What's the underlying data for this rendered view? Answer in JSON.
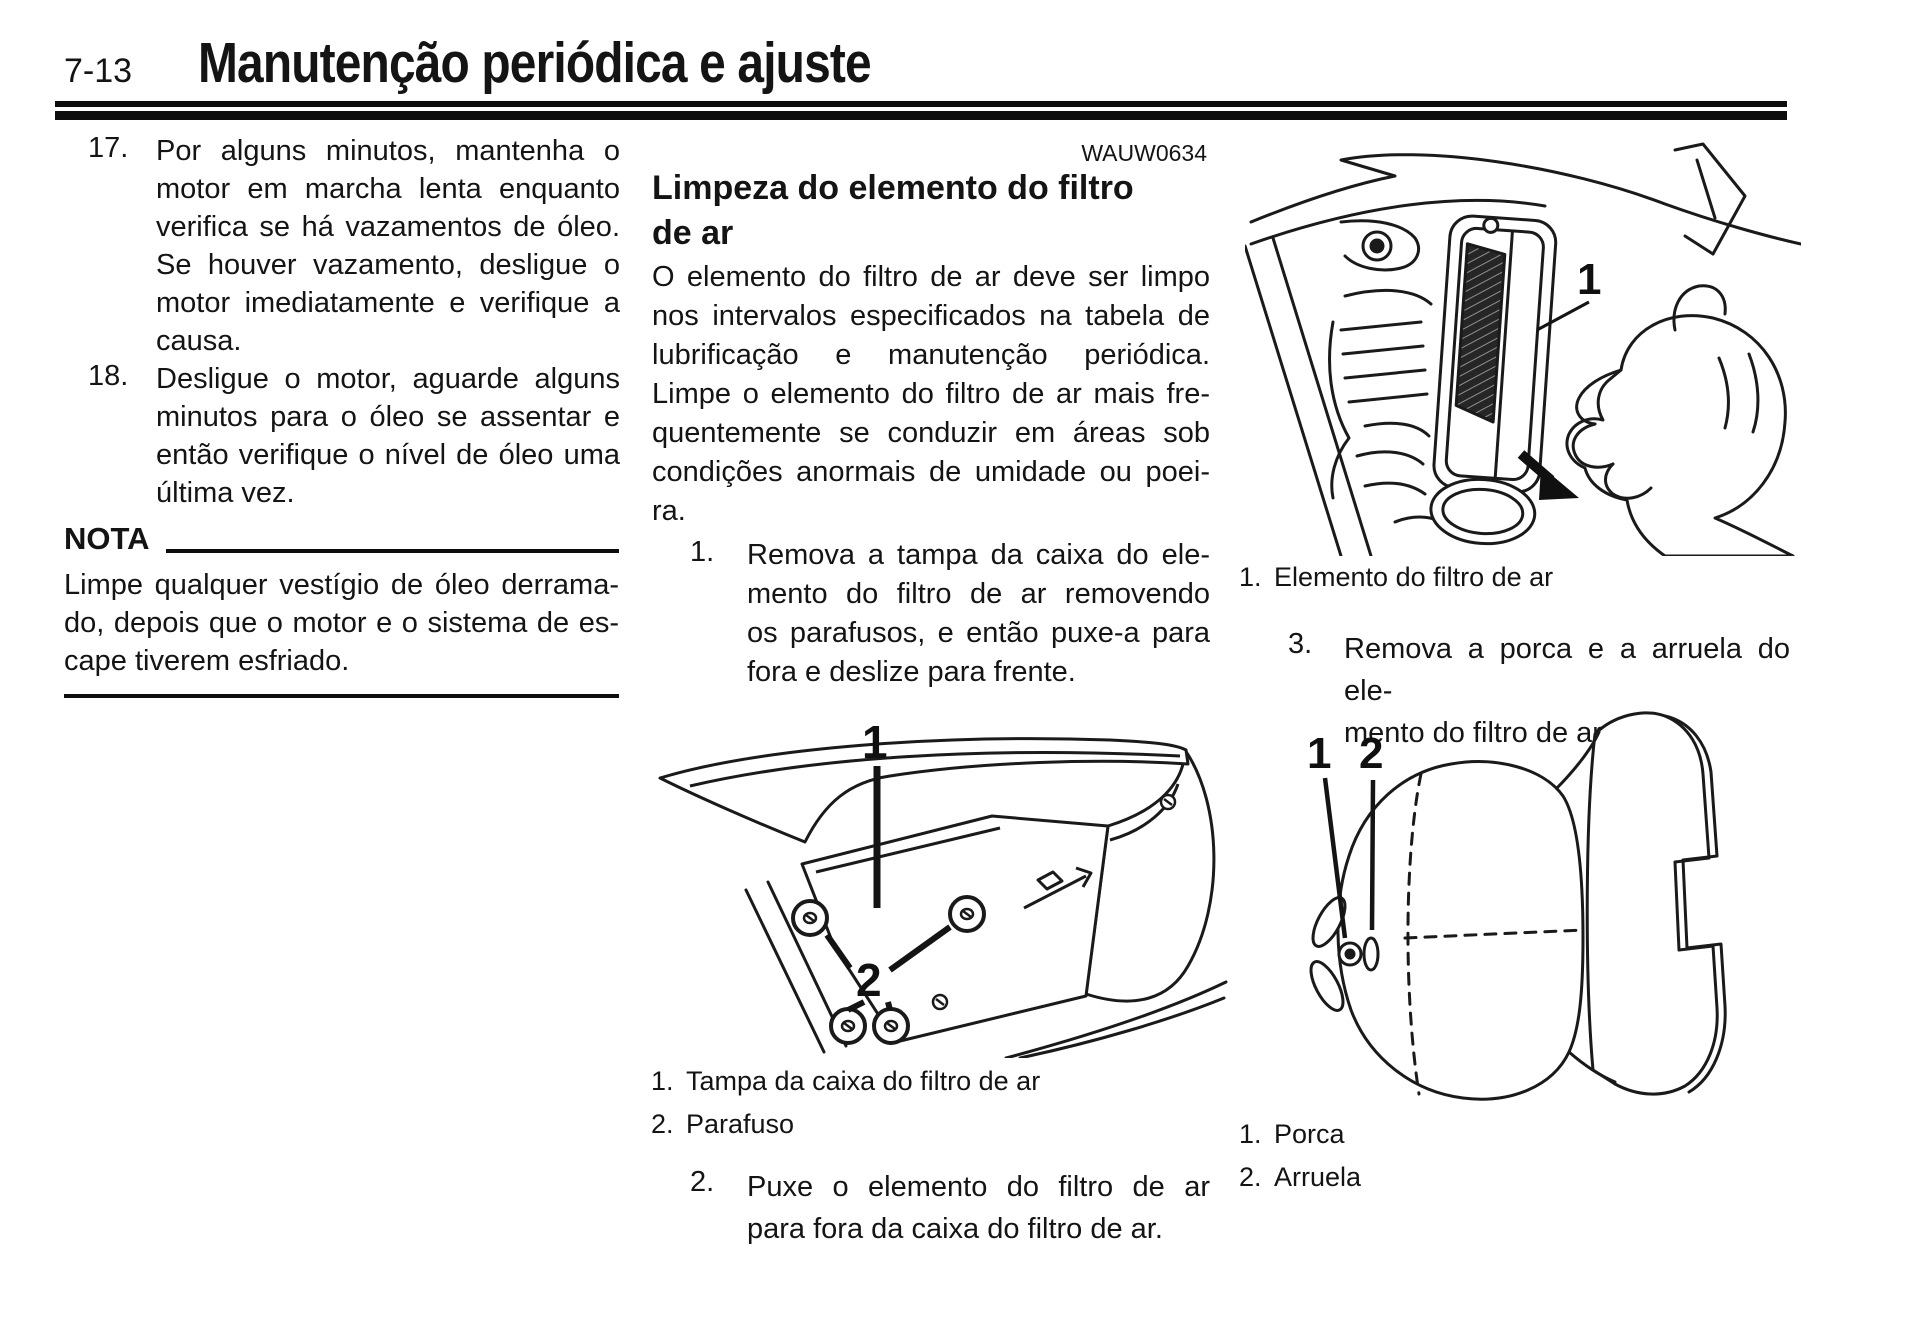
{
  "header": {
    "page_number": "7-13",
    "title": "Manutenção periódica e ajuste"
  },
  "left_column": {
    "steps": [
      {
        "number": "17.",
        "lines": [
          "Por alguns minutos, mantenha o",
          "motor em marcha lenta enquanto",
          "verifica se há vazamentos de óleo.",
          "Se houver vazamento, desligue o",
          "motor imediatamente e verifique a",
          "causa."
        ]
      },
      {
        "number": "18.",
        "lines": [
          "Desligue o motor, aguarde alguns",
          "minutos para o óleo se assentar e",
          "então verifique o nível de óleo uma",
          "última vez."
        ]
      }
    ],
    "note": {
      "label": "NOTA",
      "lines": [
        "Limpe qualquer vestígio de óleo derrama-",
        "do, depois que o motor e o sistema de es-",
        "cape tiverem esfriado."
      ]
    }
  },
  "middle_column": {
    "figure_code": "WAUW0634",
    "heading_lines": [
      "Limpeza do elemento do filtro",
      "de ar"
    ],
    "intro_lines": [
      "O elemento do filtro de ar deve ser limpo",
      "nos intervalos especificados na tabela de",
      "lubrificação e manutenção periódica.",
      "Limpe o elemento do filtro de ar mais fre-",
      "quentemente se conduzir em áreas sob",
      "condições anormais de umidade ou poei-",
      "ra."
    ],
    "step_1": {
      "number": "1.",
      "lines": [
        "Remova a tampa da caixa do ele-",
        "mento do filtro de ar removendo",
        "os parafusos, e então puxe-a para",
        "fora e deslize para frente."
      ]
    },
    "figure_cover": {
      "callouts": {
        "c1": "1",
        "c2": "2"
      },
      "captions": [
        {
          "number": "1.",
          "text": "Tampa da caixa do filtro de ar"
        },
        {
          "number": "2.",
          "text": "Parafuso"
        }
      ]
    },
    "step_2": {
      "number": "2.",
      "lines": [
        "Puxe o elemento do filtro de ar",
        "para fora da caixa do filtro de ar."
      ]
    }
  },
  "right_column": {
    "figure_element": {
      "callouts": {
        "c1": "1"
      },
      "captions": [
        {
          "number": "1.",
          "text": "Elemento do filtro de ar"
        }
      ]
    },
    "step_3": {
      "number": "3.",
      "lines": [
        "Remova a porca e a arruela do ele-",
        "mento do filtro de ar."
      ]
    },
    "figure_nut": {
      "callouts": {
        "c1": "1",
        "c2": "2"
      },
      "captions": [
        {
          "number": "1.",
          "text": "Porca"
        },
        {
          "number": "2.",
          "text": "Arruela"
        }
      ]
    }
  }
}
